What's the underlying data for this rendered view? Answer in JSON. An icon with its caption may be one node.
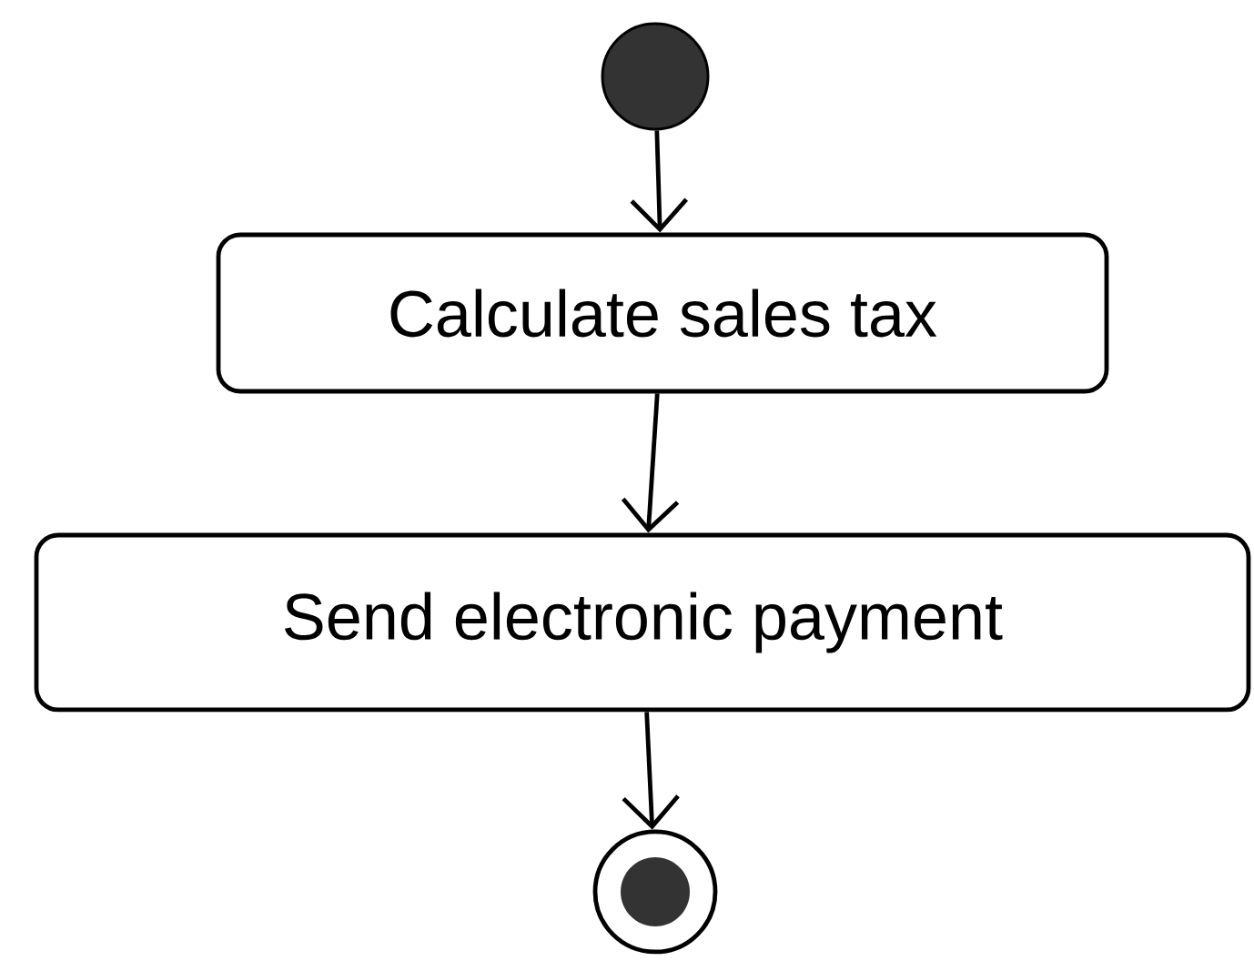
{
  "diagram": {
    "nodes": [
      {
        "text": [],
        "shape": "circle"
      },
      {
        "text": [
          "Calculate sales tax"
        ]
      },
      {
        "text": [
          "Send electronic payment"
        ]
      },
      {
        "text": [],
        "shape": "bullseye"
      }
    ],
    "edges": [
      {
        "from": 0,
        "to": 1,
        "arrow": "to"
      },
      {
        "from": 1,
        "to": 2,
        "arrow": "to"
      },
      {
        "from": 2,
        "to": 3,
        "arrow": "to"
      }
    ]
  }
}
